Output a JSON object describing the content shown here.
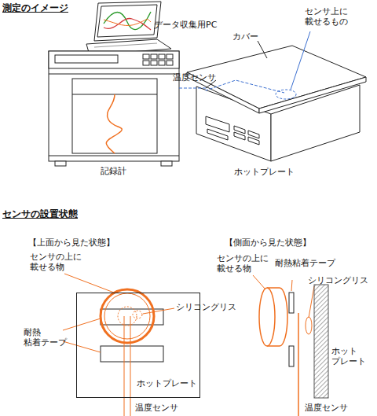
{
  "diagram": {
    "title": "測定のイメージ",
    "nodes": [
      {
        "text": [
          "ホットプレート"
        ]
      }
    ],
    "labels": [
      "データ収集用PC",
      "カバー",
      "センサ上に 載せるもの",
      "温度センサ",
      "記録計",
      "ホットプレート",
      "センサの設置状態",
      "【上面から見た状態】",
      "【側面から見た状態】",
      "センサの上に 載せる物",
      "シリコングリス",
      "耐熱 粘着テープ",
      "温度センサ",
      "センサの上に 載せる物",
      "耐熱粘着テープ",
      "シリコングリス",
      "ホット プレート",
      "温度センサ"
    ]
  }
}
